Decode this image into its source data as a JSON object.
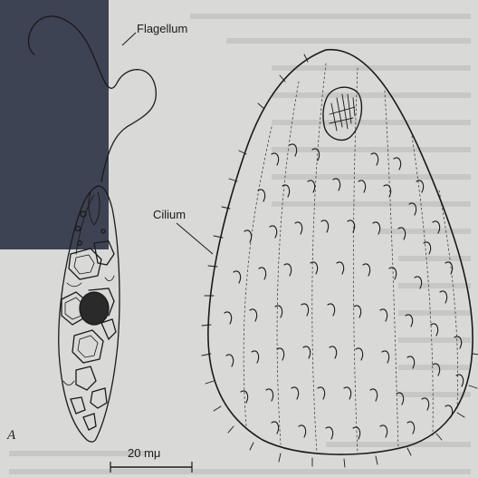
{
  "figure": {
    "labels": {
      "flagellum": "Flagellum",
      "cilium": "Cilium",
      "panel_a": "A",
      "scale_bar": "20 mμ"
    }
  },
  "colors": {
    "slide_background": "#3d4352",
    "page_paper": "#d9d9d7",
    "ink": "#1a1a1a"
  }
}
